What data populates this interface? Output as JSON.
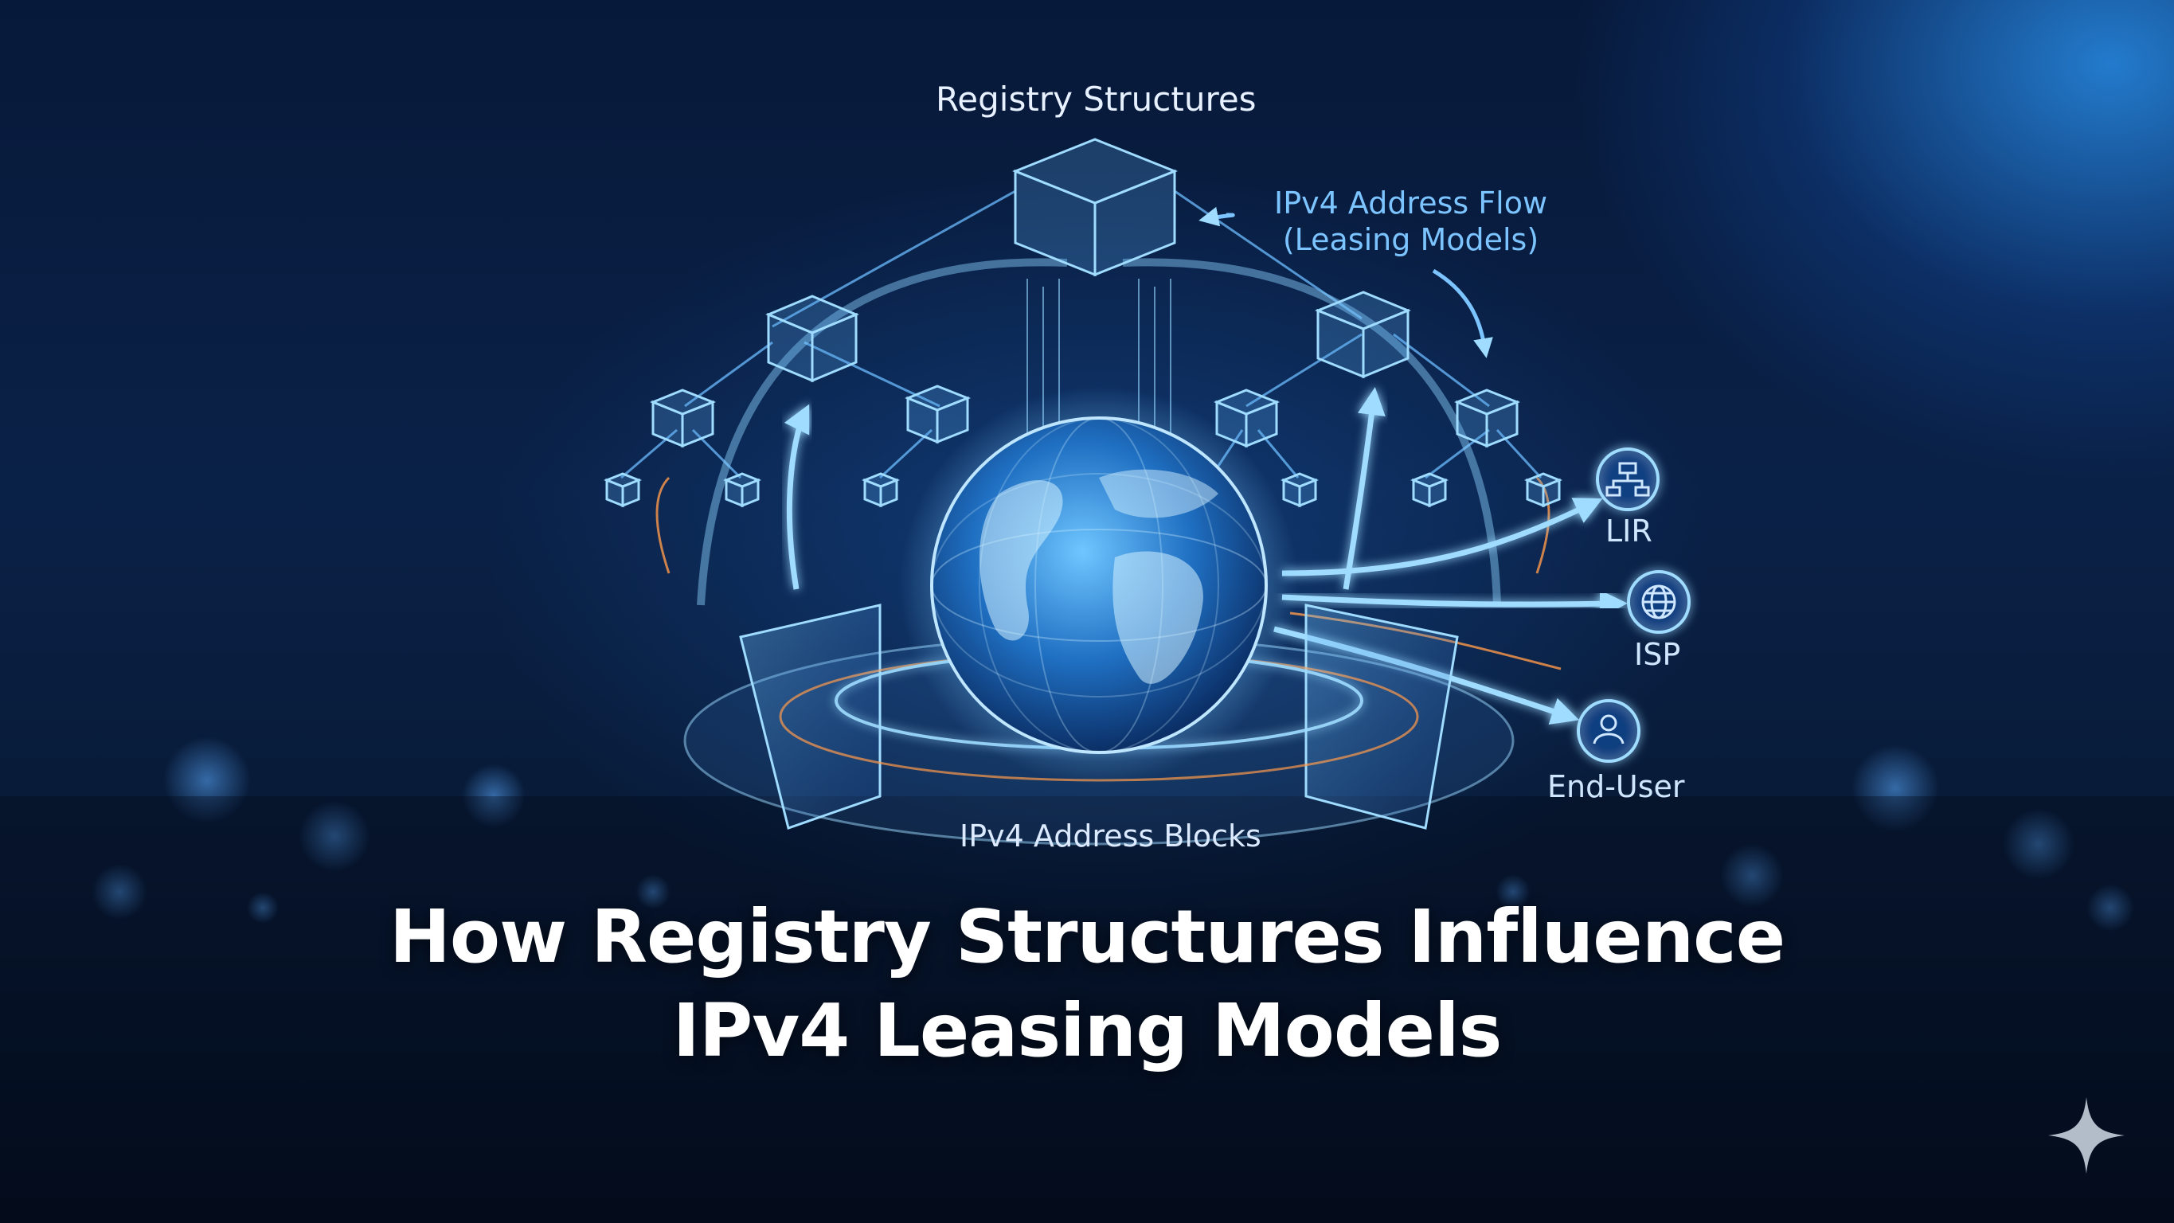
{
  "diagram": {
    "top_label": "Registry Structures",
    "flow_label": "IPv4 Address Flow\n(Leasing Models)",
    "base_label": "IPv4 Address Blocks",
    "endpoints": [
      {
        "label": "LIR",
        "icon": "hierarchy-icon"
      },
      {
        "label": "ISP",
        "icon": "globe-icon"
      },
      {
        "label": "End-User",
        "icon": "user-icon"
      }
    ]
  },
  "headline": {
    "line1": "How Registry Structures Influence",
    "line2": "IPv4 Leasing Models"
  },
  "colors": {
    "background": "#081a36",
    "accent": "#4fb6ff",
    "glow": "#9fdcff",
    "warm_trail": "#ff9a4a",
    "text": "#ffffff"
  }
}
